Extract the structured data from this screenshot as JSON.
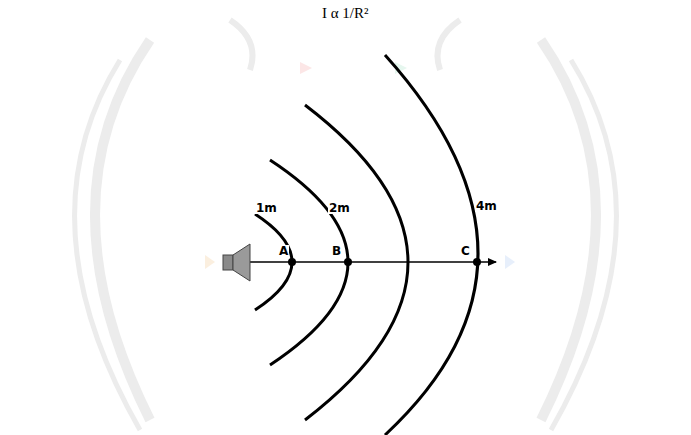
{
  "diagram": {
    "title": "I α 1/R²",
    "labels": [
      "1m",
      "A",
      "2m",
      "B",
      "4m",
      "C"
    ]
  }
}
